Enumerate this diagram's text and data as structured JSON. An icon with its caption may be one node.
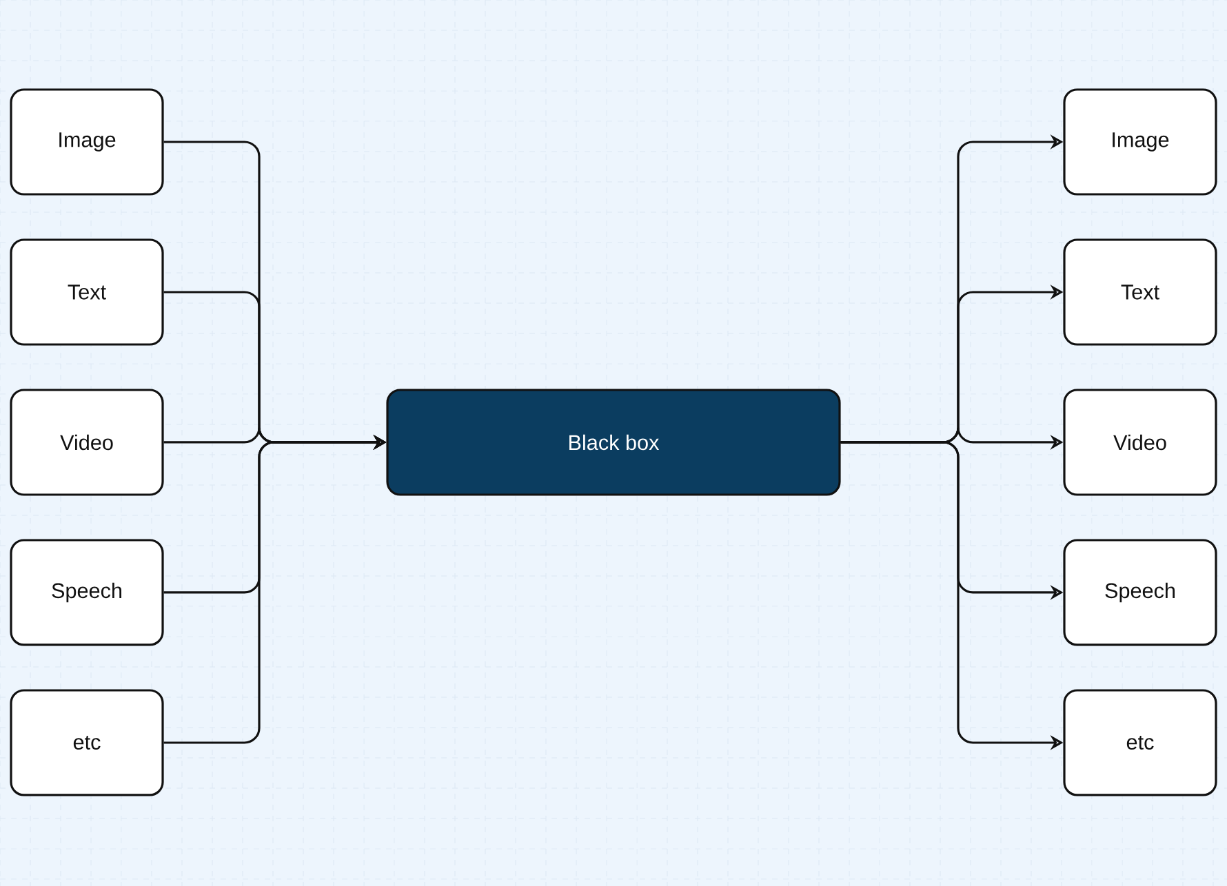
{
  "diagram": {
    "nodes": [
      {
        "text": [
          "Image"
        ]
      },
      {
        "text": [
          "Text"
        ]
      },
      {
        "text": [
          "Video"
        ]
      },
      {
        "text": [
          "Speech"
        ]
      },
      {
        "text": [
          "etc"
        ]
      },
      {
        "text": [
          "Black box"
        ]
      },
      {
        "text": [
          "Image"
        ]
      },
      {
        "text": [
          "Text"
        ]
      },
      {
        "text": [
          "Video"
        ]
      },
      {
        "text": [
          "Speech"
        ]
      },
      {
        "text": [
          "etc"
        ]
      }
    ],
    "edges": [
      {
        "from": 0,
        "to": 5,
        "arrow": "to"
      },
      {
        "from": 1,
        "to": 5,
        "arrow": "to"
      },
      {
        "from": 2,
        "to": 5,
        "arrow": "to"
      },
      {
        "from": 3,
        "to": 5,
        "arrow": "to"
      },
      {
        "from": 4,
        "to": 5,
        "arrow": "to"
      },
      {
        "from": 5,
        "to": 6,
        "arrow": "to"
      },
      {
        "from": 5,
        "to": 7,
        "arrow": "to"
      },
      {
        "from": 5,
        "to": 8,
        "arrow": "to"
      },
      {
        "from": 5,
        "to": 9,
        "arrow": "to"
      },
      {
        "from": 5,
        "to": 10,
        "arrow": "to"
      }
    ]
  }
}
